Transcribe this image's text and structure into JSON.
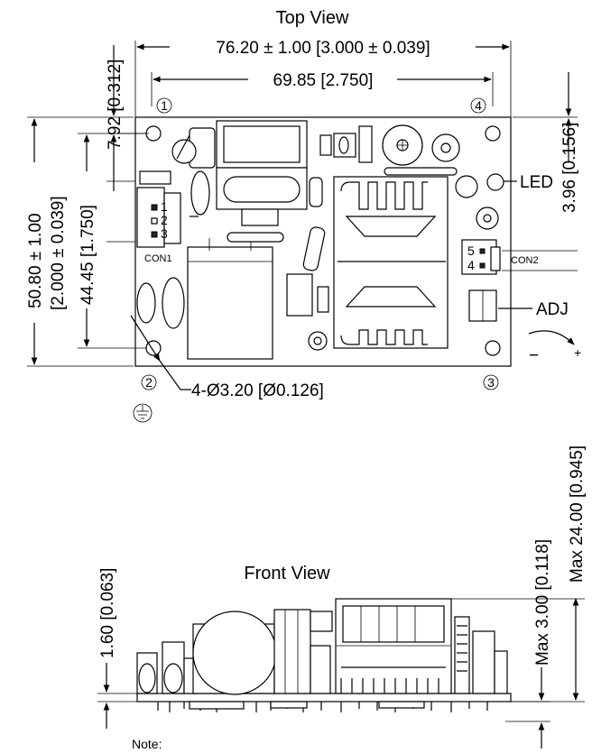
{
  "views": {
    "top_title": "Top View",
    "front_title": "Front View"
  },
  "dimensions": {
    "overall_width": "76.20 ± 1.00 [3.000 ± 0.039]",
    "hole_spacing_x": "69.85 [2.750]",
    "hole_offset_top": "0.312]",
    "hole_offset_top_value": "7.92 [",
    "overall_height_line1": "50.80 ± 1.00",
    "overall_height_line2": "[2.000 ± 0.039]",
    "hole_spacing_y": "44.45 [1.750]",
    "con2_offset": "3.96 [0.156]",
    "holes": "4-Ø3.20 [Ø0.126]",
    "board_thickness": "1.60 [0.063]",
    "max_bottom": "Max 3.00 [0.118]",
    "max_height": "Max 24.00 [0.945]"
  },
  "labels": {
    "hole1": "1",
    "hole2": "2",
    "hole3": "3",
    "hole4": "4",
    "con1": "CON1",
    "con1_pin1": "1",
    "con1_pin2": "2",
    "con1_pin3": "3",
    "con2": "CON2",
    "con2_pin5": "5",
    "con2_pin4": "4",
    "led": "LED",
    "adj": "ADJ",
    "minus": "−",
    "plus": "+",
    "note": "Note:"
  }
}
